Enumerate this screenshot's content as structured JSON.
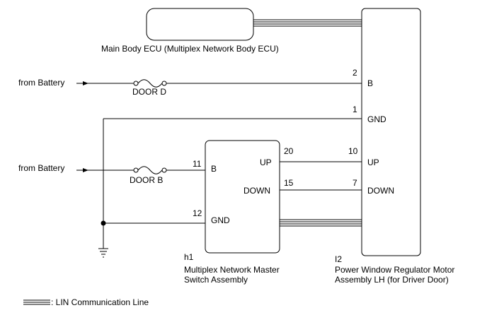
{
  "components": {
    "main_body_ecu": {
      "label": "Main Body ECU (Multiplex Network Body ECU)"
    },
    "master_switch": {
      "code": "h1",
      "name_line1": "Multiplex Network Master",
      "name_line2": "Switch Assembly",
      "pins": [
        {
          "num": "11",
          "name": "B"
        },
        {
          "num": "12",
          "name": "GND"
        },
        {
          "num": "20",
          "name": "UP"
        },
        {
          "num": "15",
          "name": "DOWN"
        }
      ]
    },
    "regulator_motor": {
      "code": "I2",
      "name_line1": "Power Window Regulator Motor",
      "name_line2": "Assembly LH (for Driver Door)",
      "pins": [
        {
          "num": "2",
          "name": "B"
        },
        {
          "num": "1",
          "name": "GND"
        },
        {
          "num": "10",
          "name": "UP"
        },
        {
          "num": "7",
          "name": "DOWN"
        }
      ]
    }
  },
  "power_sources": [
    {
      "label": "from Battery",
      "fuse": "DOOR D"
    },
    {
      "label": "from Battery",
      "fuse": "DOOR B"
    }
  ],
  "legend": {
    "lin_label": ": LIN Communication Line"
  }
}
